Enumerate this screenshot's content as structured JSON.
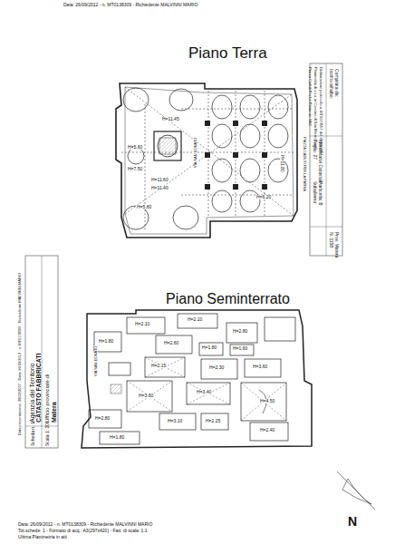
{
  "diagram": {
    "title": "Piano Terra",
    "labels": [
      "Data: 26/09/2012 - n. MT0138309 - Richiedente MALVINNI MARIO",
      "Piano Seminterrato",
      "Compilata da:",
      "Iscritto all'albo:",
      "Prov. Matera",
      "N. 1158",
      "Identificativi Catastali:",
      "Foglio: 27",
      "Particella: B",
      "Subalterno:",
      "Dichiarazione protocollo n. MT0073557 del 28/02/2007",
      "Planimetria di u.i.u. in Comune di San Mauro Forte",
      "Piazza Caduti Per La Patria civ. SNC",
      "Agenzia del Territorio",
      "CATASTO FABBRICATI",
      "Ufficio provinciale di",
      "Matera",
      "Scheda n. 1",
      "Scala 1: 200",
      "Data presentazione: 28/02/2007 - Data: 26/09/2012 - n. MT0138309 - Richiedente MALVINNI MARIO",
      "H=11.45",
      "H=11.80",
      "H=5.60",
      "H=7.50",
      "H=11.60",
      "H=11.40",
      "H=6.20",
      "H=5.80",
      "VIA SAN DONATO",
      "PIAZZA CADUTI PER LA PATRIA",
      "H=2.10",
      "H=2.10",
      "H=2.80",
      "H=2.60",
      "H=1.80",
      "H=1.60",
      "H=1.80",
      "H=2.15",
      "H=2.30",
      "H=3.60",
      "H=3.60",
      "H=3.40",
      "H=4.50",
      "H=3.10",
      "H=2.25",
      "H=2.80",
      "H=1.80",
      "H=2.40",
      "VIA SAN DONATO",
      "N",
      "Data: 26/09/2012 - n. MT0138309 - Richiedente MALVINNI MARIO",
      "Tot.schede: 1 - Formato di acq.: A3(297x420) - Fatt. di scala: 1:1",
      "Ultima Planimetria in atti"
    ]
  }
}
